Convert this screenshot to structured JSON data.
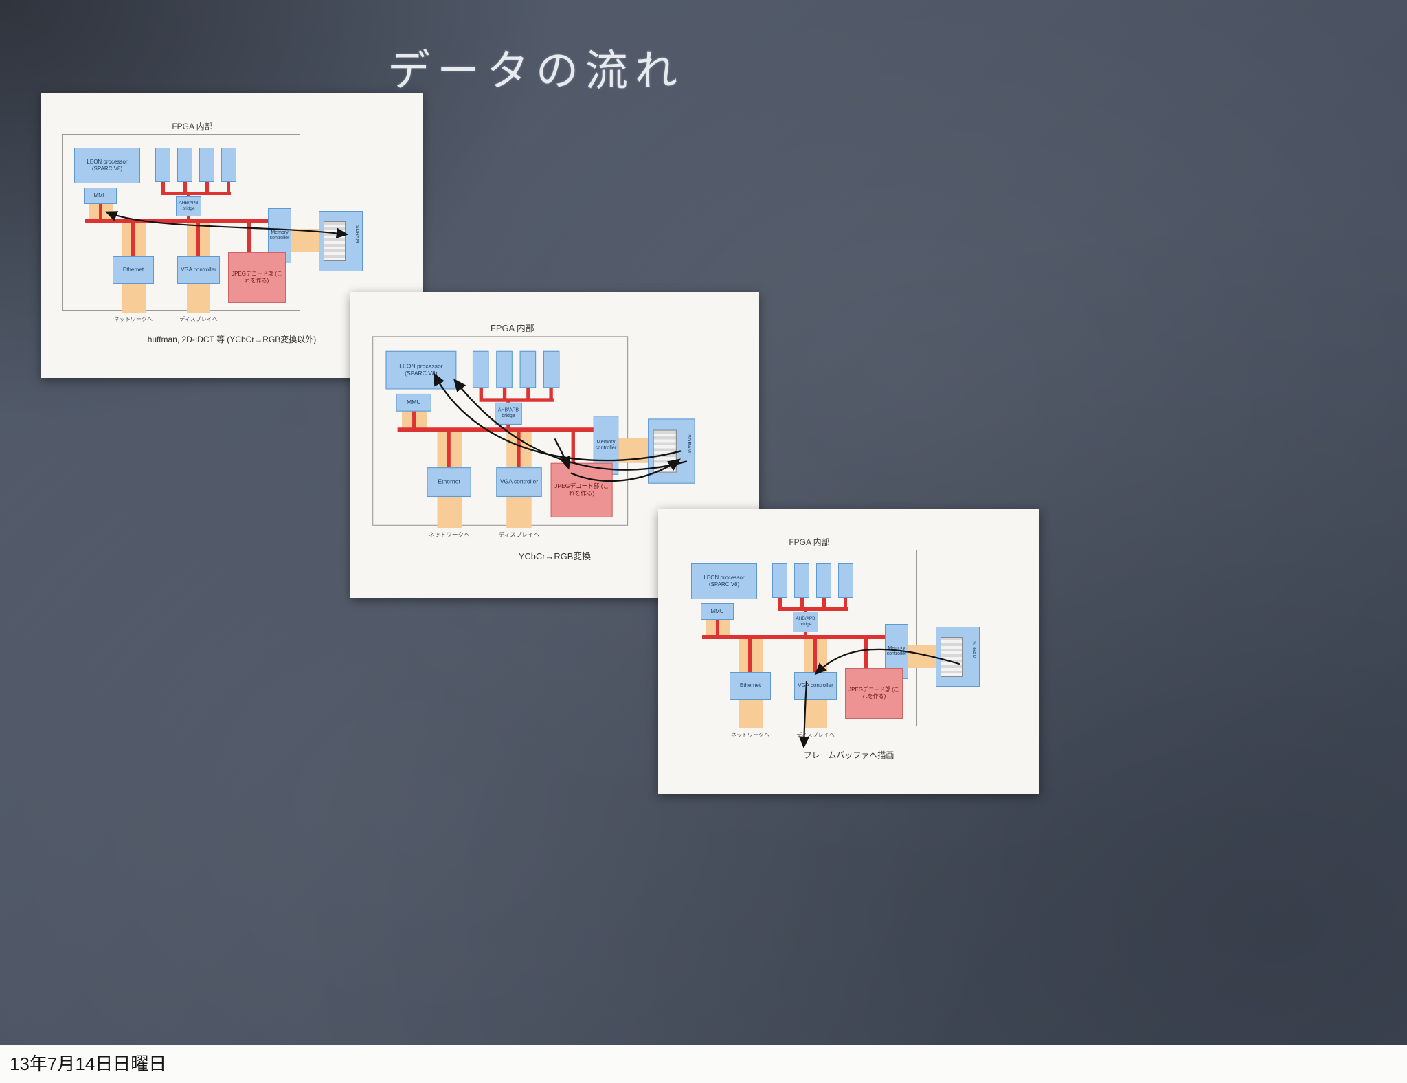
{
  "slide": {
    "title": "データの流れ",
    "footer_date": "13年7月14日日曜日"
  },
  "diagram_labels": {
    "fpga": "FPGA 内部",
    "leon": "LEON processor (SPARC V8)",
    "mmu": "MMU",
    "bridge": "AHB/APB bridge",
    "memctrl": "Memory controller",
    "sdram": "SDRAM",
    "ethernet": "Ethernet",
    "vga": "VGA controller",
    "jpeg": "JPEGデコード部 (これを作る)",
    "to_network": "ネットワークへ",
    "to_display": "ディスプレイへ"
  },
  "panels": [
    {
      "caption": "huffman, 2D-IDCT 等 (YCbCr→RGB変換以外)"
    },
    {
      "caption": "YCbCr→RGB変換"
    },
    {
      "caption": "フレームバッファへ描画"
    }
  ],
  "colors": {
    "board": "#4d5564",
    "box_blue": "#a6cbee",
    "bus_red": "#dd3333",
    "band_orange": "#f7cc96",
    "box_pink": "#ee9393"
  }
}
